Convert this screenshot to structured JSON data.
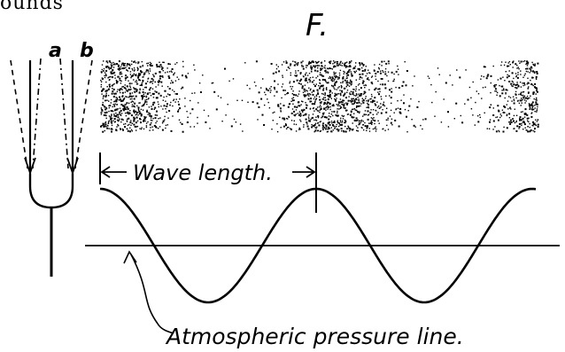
{
  "header_partial": "ounds",
  "figure_label": "F.",
  "fork_labels": {
    "left": "a",
    "right": "b"
  },
  "wave_length_label": "Wave length.",
  "pressure_line_label": "Atmospheric pressure line.",
  "colors": {
    "ink": "#000000",
    "paper": "#ffffff"
  },
  "icons": [
    "tuning-fork-icon",
    "condensation-band",
    "sine-wave",
    "arrow"
  ]
}
